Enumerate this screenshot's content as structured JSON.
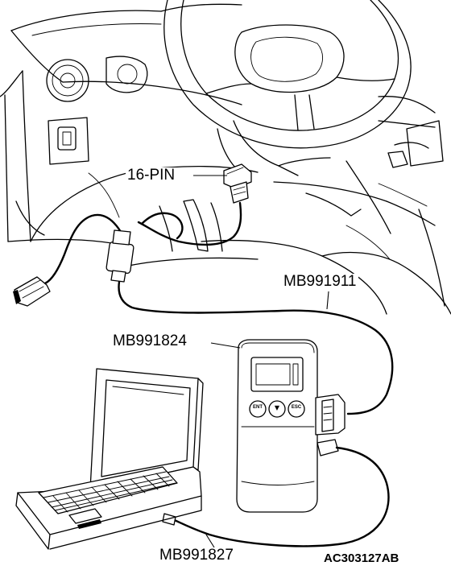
{
  "labels": {
    "connector": "16-PIN",
    "cable_main": "MB991911",
    "scan_tool": "MB991824",
    "usb_cable": "MB991827"
  },
  "figure_code": "AC303127AB",
  "scan_tool_buttons": [
    "ENT",
    "▼",
    "ESC"
  ]
}
